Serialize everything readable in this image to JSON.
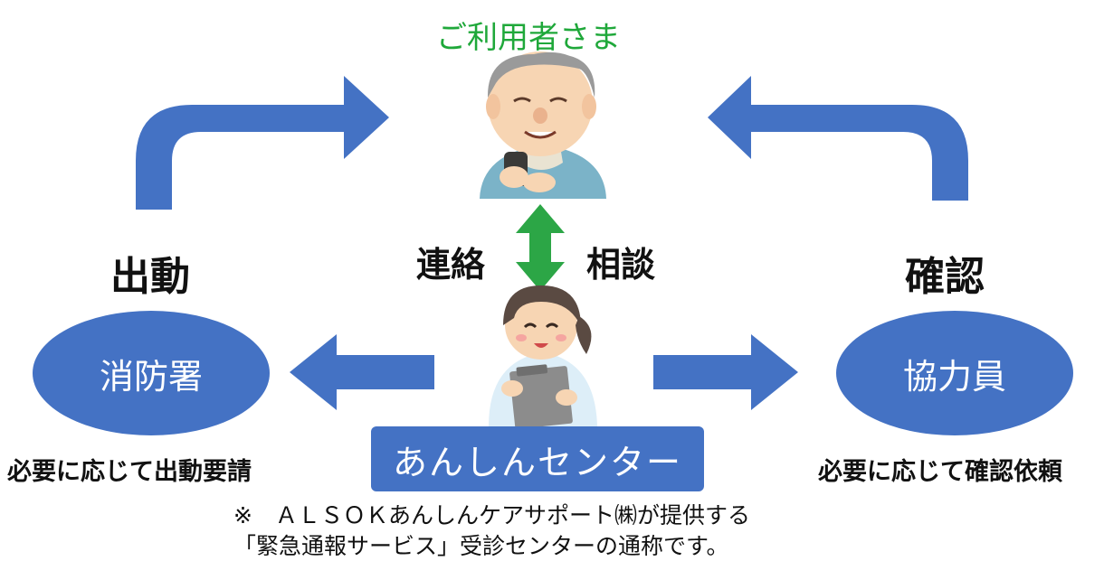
{
  "user": {
    "title": "ご利用者さま",
    "figure": "elderly-man-with-phone"
  },
  "center": {
    "label": "あんしんセンター",
    "figure": "operator-with-clipboard"
  },
  "left": {
    "node": "消防署",
    "action": "出動",
    "caption": "必要に応じて出動要請"
  },
  "right": {
    "node": "協力員",
    "action": "確認",
    "caption": "必要に応じて確認依頼"
  },
  "middle": {
    "left_label": "連絡",
    "right_label": "相談"
  },
  "note": {
    "line1": "※　ＡＬＳＯＫあんしんケアサポート㈱が提供する",
    "line2": "「緊急通報サービス」受診センターの通称です。"
  },
  "colors": {
    "blue": "#4472c4",
    "green": "#2ca646",
    "title_green": "#1fa83a"
  }
}
